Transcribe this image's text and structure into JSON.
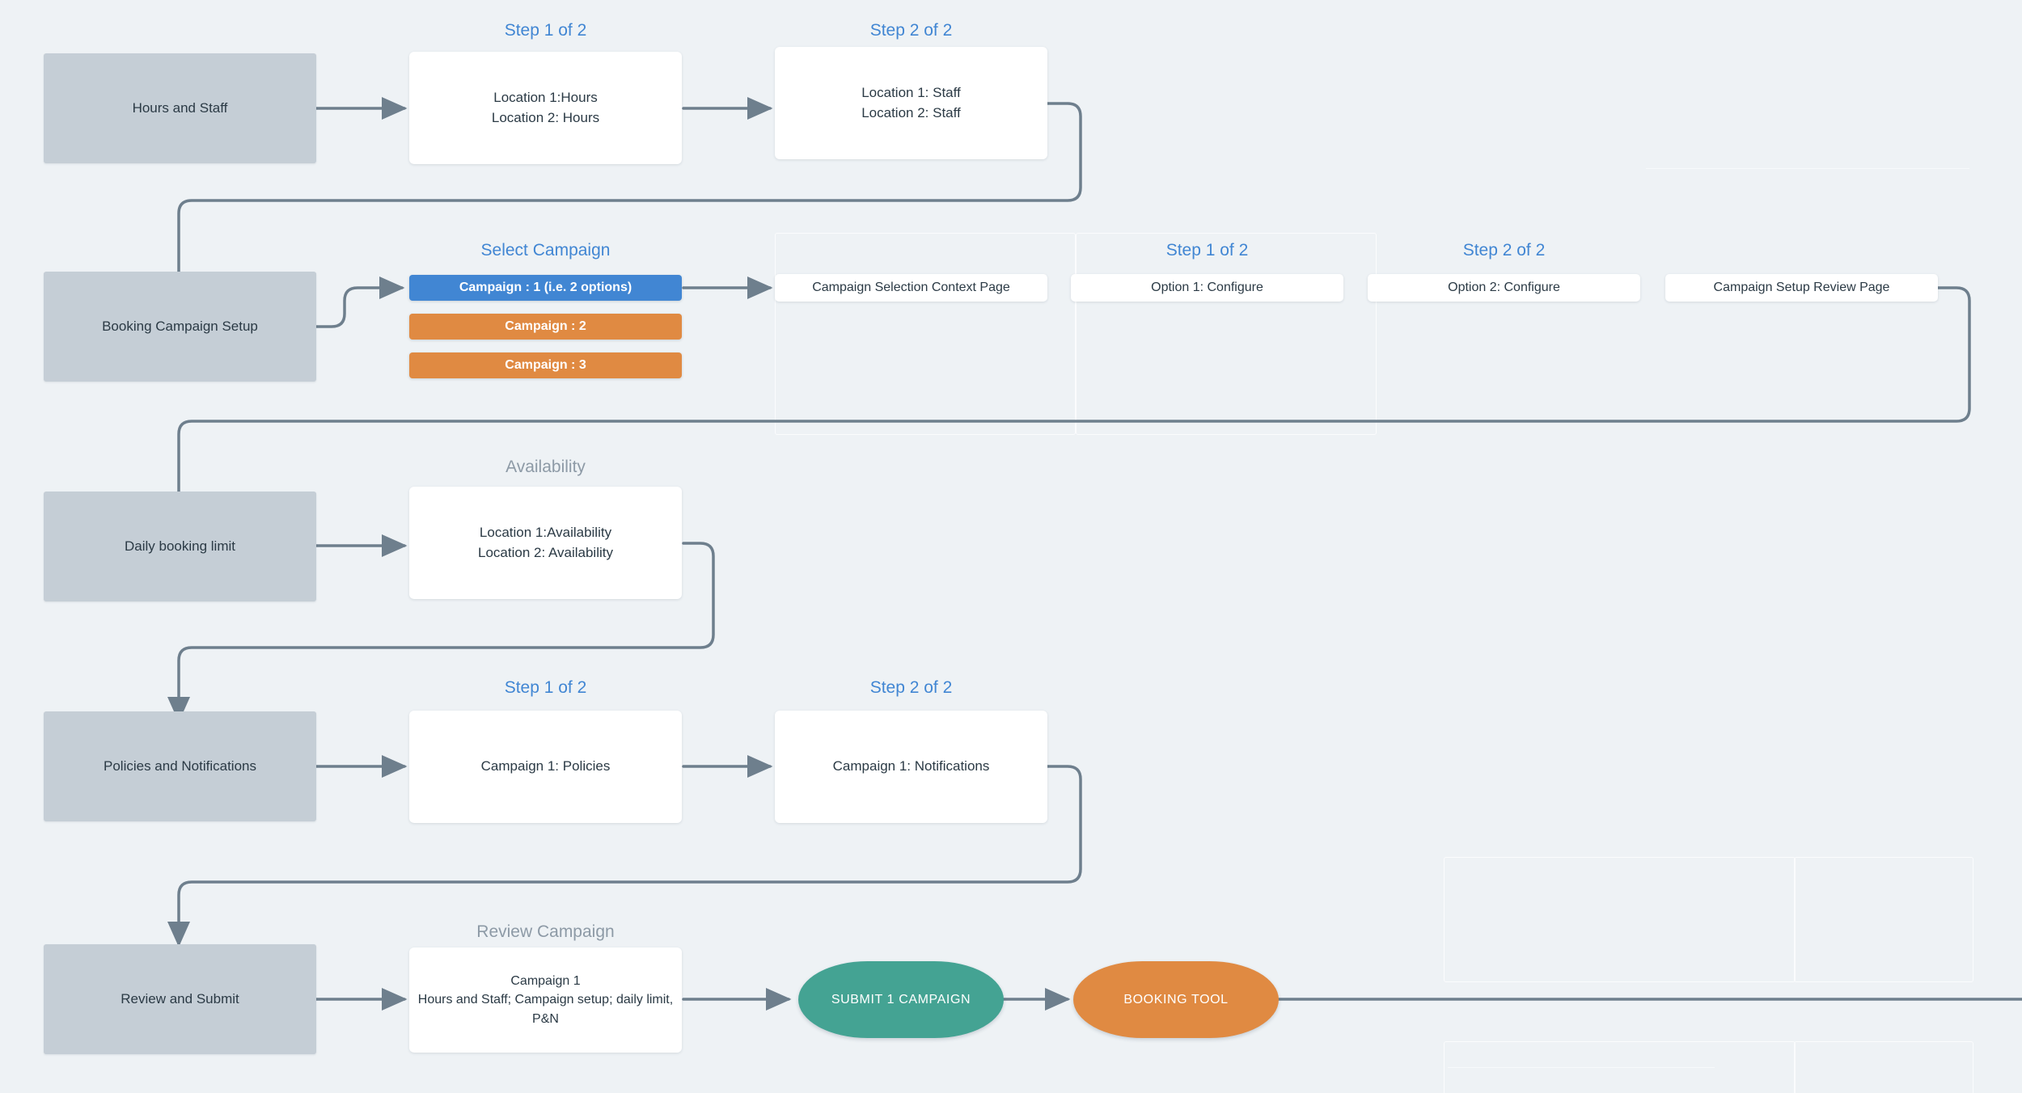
{
  "diagram": {
    "title": "Booking Campaign Setup Flow",
    "background_color": "#eef2f5",
    "colors": {
      "gray_node": "#c5ced6",
      "white_node": "#ffffff",
      "accent_blue": "#4186d3",
      "accent_orange": "#e08a42",
      "accent_teal": "#44a393",
      "connector": "#6e7f8d",
      "caption_blue": "#4186d3",
      "caption_gray": "#8d9aa6"
    }
  },
  "rows": {
    "hours_and_staff": {
      "stage_label": "Hours and Staff",
      "step1_caption": "Step 1 of 2",
      "step1_line1": "Location 1:Hours",
      "step1_line2": "Location 2: Hours",
      "step2_caption": "Step 2 of 2",
      "step2_line1": "Location 1: Staff",
      "step2_line2": "Location 2: Staff"
    },
    "booking_campaign_setup": {
      "stage_label": "Booking Campaign Setup",
      "select_caption": "Select Campaign",
      "campaign_1": "Campaign : 1 (i.e. 2 options)",
      "campaign_2": "Campaign : 2",
      "campaign_3": "Campaign : 3",
      "context_page": "Campaign Selection Context Page",
      "option1_caption": "Step 1 of 2",
      "option1": "Option 1: Configure",
      "option2_caption": "Step 2 of 2",
      "option2": "Option 2: Configure",
      "review_page": "Campaign Setup Review Page"
    },
    "daily_booking_limit": {
      "stage_label": "Daily booking limit",
      "availability_caption": "Availability",
      "line1": "Location 1:Availability",
      "line2": "Location 2: Availability"
    },
    "policies_and_notifications": {
      "stage_label": "Policies and Notifications",
      "step1_caption": "Step 1 of 2",
      "step1_text": "Campaign 1: Policies",
      "step2_caption": "Step 2 of 2",
      "step2_text": "Campaign 1: Notifications"
    },
    "review_and_submit": {
      "stage_label": "Review and Submit",
      "review_caption": "Review Campaign",
      "summary_line1": "Campaign 1",
      "summary_line2": "Hours and Staff; Campaign setup; daily limit,",
      "summary_line3": "P&N",
      "submit_button": "SUBMIT 1 CAMPAIGN",
      "booking_tool": "BOOKING TOOL"
    }
  }
}
